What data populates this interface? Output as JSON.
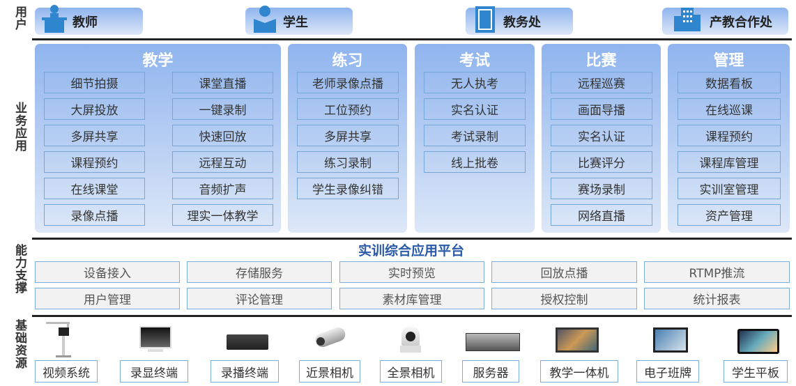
{
  "sections": {
    "users": "用户",
    "business": "业务应用",
    "capability": "能力支撑",
    "resources": "基础资源"
  },
  "users": [
    {
      "label": "教师",
      "icon": "teacher-icon"
    },
    {
      "label": "学生",
      "icon": "student-icon"
    },
    {
      "label": "教务处",
      "icon": "book-icon"
    },
    {
      "label": "产教合作处",
      "icon": "building-icon"
    }
  ],
  "business": [
    {
      "title": "教学",
      "items": [
        "细节拍摄",
        "课堂直播",
        "大屏投放",
        "一键录制",
        "多屏共享",
        "快速回放",
        "课程预约",
        "远程互动",
        "在线课堂",
        "音频扩声",
        "录像点播",
        "理实一体教学"
      ]
    },
    {
      "title": "练习",
      "items": [
        "老师录像点播",
        "工位预约",
        "多屏共享",
        "练习录制",
        "学生录像纠错"
      ]
    },
    {
      "title": "考试",
      "items": [
        "无人执考",
        "实名认证",
        "考试录制",
        "线上批卷"
      ]
    },
    {
      "title": "比赛",
      "items": [
        "远程巡赛",
        "画面导播",
        "实名认证",
        "比赛评分",
        "赛场录制",
        "网络直播"
      ]
    },
    {
      "title": "管理",
      "items": [
        "数据看板",
        "在线巡课",
        "课程预约",
        "课程库管理",
        "实训室管理",
        "资产管理"
      ]
    }
  ],
  "platform": {
    "title": "实训综合应用平台",
    "items": [
      "设备接入",
      "存储服务",
      "实时预览",
      "回放点播",
      "RTMP推流",
      "用户管理",
      "评论管理",
      "素材库管理",
      "授权控制",
      "统计报表"
    ]
  },
  "resources": [
    "视频系统",
    "录显终端",
    "录播终端",
    "近景相机",
    "全景相机",
    "服务器",
    "教学一体机",
    "电子班牌",
    "学生平板"
  ],
  "colors": {
    "accent": "#2f86cf",
    "title": "#2a5aa8",
    "panel_top": "#8fb4ee",
    "panel_bottom": "#dde8f8"
  }
}
